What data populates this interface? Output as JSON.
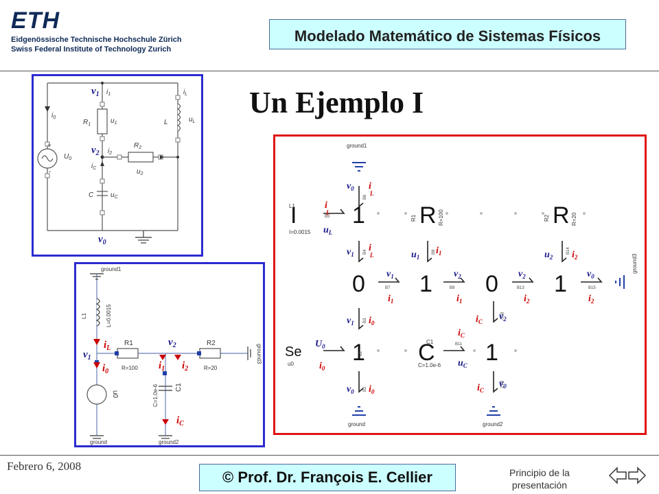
{
  "header": {
    "logo_text": "ETH",
    "institution_de": "Eidgenössische Technische Hochschule Zürich",
    "institution_en": "Swiss Federal Institute of Technology Zurich",
    "course_title": "Modelado Matemático de Sistemas Físicos"
  },
  "slide": {
    "title": "Un Ejemplo I"
  },
  "circuit": {
    "labels": {
      "i0": "i",
      "sub0": "0",
      "U0": "U",
      "R1": "R",
      "sub1": "1",
      "u1": "u",
      "i1": "i",
      "iL": "i",
      "subL": "L",
      "uL": "u",
      "L": "L",
      "R2": "R",
      "sub2": "2",
      "i2": "i",
      "u2": "u",
      "iC": "i",
      "subC": "C",
      "uC": "u",
      "C": "C",
      "plus": "+",
      "minus": "-"
    },
    "annotations": {
      "v1": "v",
      "v2": "v",
      "v0": "v",
      "s1": "1",
      "s2": "2",
      "s0": "0"
    }
  },
  "modelica": {
    "ground1": "ground1",
    "L1": "L1",
    "L_value": "L=0.0015",
    "R1": "R1",
    "R1_value": "R=100",
    "R2": "R2",
    "R2_value": "R=20",
    "C1": "C1",
    "C_value": "C=1.0e-6",
    "source": "u0",
    "ground2": "ground2",
    "ground": "ground",
    "ground3": "ground3"
  },
  "bondgraph": {
    "ground1": "ground1",
    "ground": "ground",
    "ground2": "ground2",
    "ground3": "ground3",
    "I": "I",
    "L1": "L1",
    "L_value": "I=0.0015",
    "R1": "R",
    "R1_name": "R1",
    "R1_value": "R=100",
    "R2": "R",
    "R2_name": "R2",
    "R2_value": "R=20",
    "C": "C",
    "C1": "C1",
    "C_value": "C=1.0e-6",
    "Se": "Se",
    "U0": "U0",
    "junctions": {
      "j1a": "1",
      "j0a": "0",
      "j1b": "1",
      "j0b": "0",
      "j1c": "1",
      "j1d": "1",
      "j1e": "1"
    },
    "bonds": [
      "B1",
      "B2",
      "B3",
      "B4",
      "B5",
      "B6",
      "B7",
      "B8",
      "B9",
      "B10",
      "B11",
      "B12",
      "B13",
      "B14",
      "B15"
    ]
  },
  "footer": {
    "date": "Febrero 6, 2008",
    "author": "© Prof. Dr. François E. Cellier",
    "home_link": "Principio de la presentación"
  },
  "colors": {
    "course_box": "#ccffff",
    "circuit_border": "#2b2bd0",
    "modelica_border": "#2b2bd0",
    "bondgraph_border": "#e01414",
    "annotation_red": "#cc0000",
    "annotation_blue": "#1a1a8c",
    "eth_blue": "#0f2a57"
  }
}
